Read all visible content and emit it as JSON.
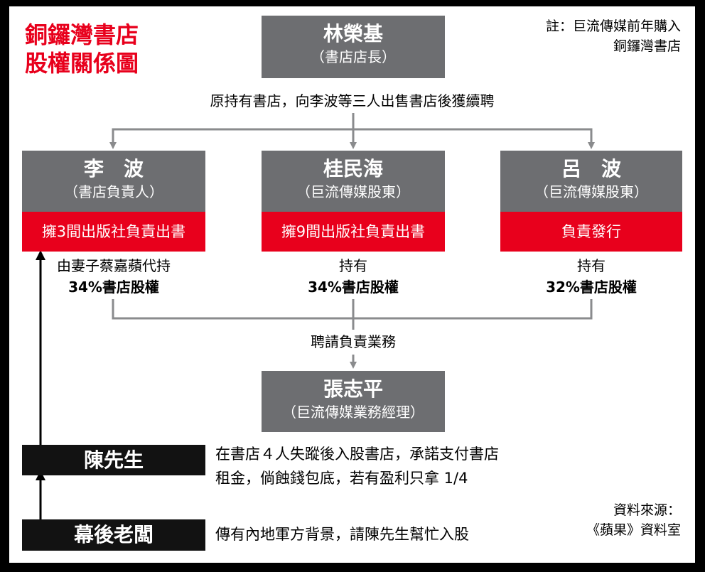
{
  "title": [
    "銅鑼灣書店",
    "股權關係圖"
  ],
  "note": [
    "註：巨流傳媒前年購入",
    "銅鑼灣書店"
  ],
  "top_person": {
    "name": "林榮基",
    "role": "（書店店長）"
  },
  "top_caption": "原持有書店，向李波等三人出售書店後獲續聘",
  "shareholders": [
    {
      "name": "李　波",
      "role": "（書店負責人）",
      "red": "擁3間出版社負責出書",
      "hold_line": "由妻子蔡嘉蘋代持",
      "share": "34%書店股權"
    },
    {
      "name": "桂民海",
      "role": "（巨流傳媒股東）",
      "red": "擁9間出版社負責出書",
      "hold_line": "持有",
      "share": "34%書店股權"
    },
    {
      "name": "呂　波",
      "role": "（巨流傳媒股東）",
      "red": "負責發行",
      "hold_line": "持有",
      "share": "32%書店股權"
    }
  ],
  "mid_caption": "聘請負責業務",
  "manager": {
    "name": "張志平",
    "role": "（巨流傳媒業務經理）"
  },
  "chen": {
    "name": "陳先生",
    "desc": [
      "在書店４人失蹤後入股書店，承諾支付書店",
      "租金，倘蝕錢包底，若有盈利只拿 1/4"
    ]
  },
  "boss": {
    "name": "幕後老闆",
    "desc": "傳有內地軍方背景，請陳先生幫忙入股"
  },
  "source": [
    "資料來源：",
    "《蘋果》資料室"
  ],
  "colors": {
    "red": "#e8001c",
    "gray": "#6d6e71",
    "black": "#121212",
    "line_gray": "#8a8b8d"
  }
}
